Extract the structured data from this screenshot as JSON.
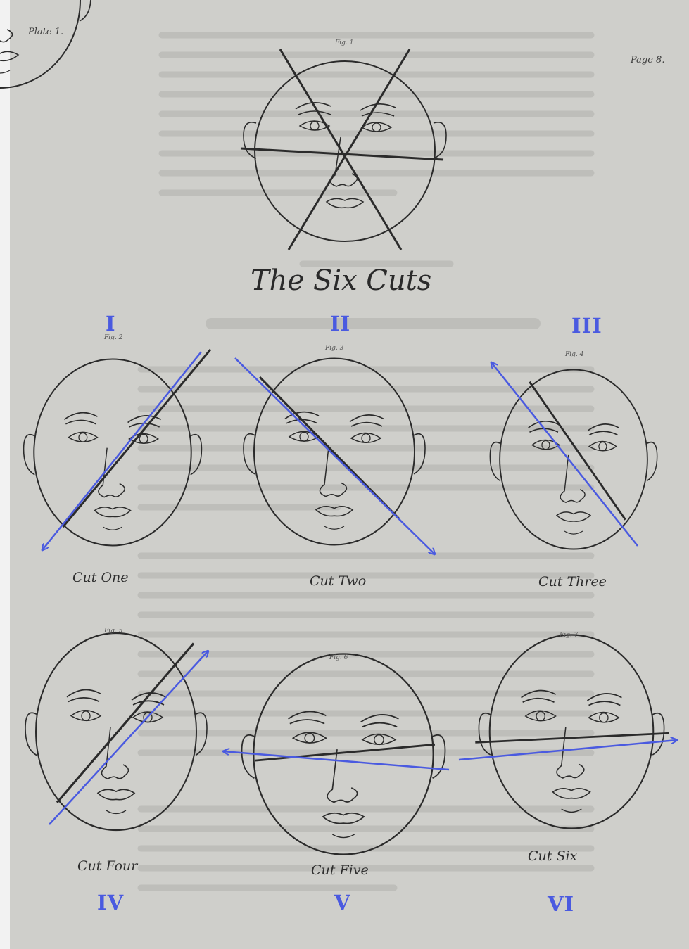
{
  "plate": {
    "label": "Plate 1.",
    "page": "Page 8."
  },
  "title": "The Six Cuts",
  "figures": {
    "fig1": "Fig. 1",
    "fig2": "Fig. 2",
    "fig3": "Fig. 3",
    "fig4": "Fig. 4",
    "fig5": "Fig. 5",
    "fig6": "Fig. 6",
    "fig7": "Fig. 7"
  },
  "cuts": [
    {
      "numeral": "I",
      "caption": "Cut One"
    },
    {
      "numeral": "II",
      "caption": "Cut Two"
    },
    {
      "numeral": "III",
      "caption": "Cut Three"
    },
    {
      "numeral": "IV",
      "caption": "Cut Four"
    },
    {
      "numeral": "V",
      "caption": "Cut Five"
    },
    {
      "numeral": "VI",
      "caption": "Cut Six"
    }
  ],
  "colors": {
    "paper": "#cfcfcb",
    "ink": "#2b2b2b",
    "arrow": "#4a5ae0"
  }
}
